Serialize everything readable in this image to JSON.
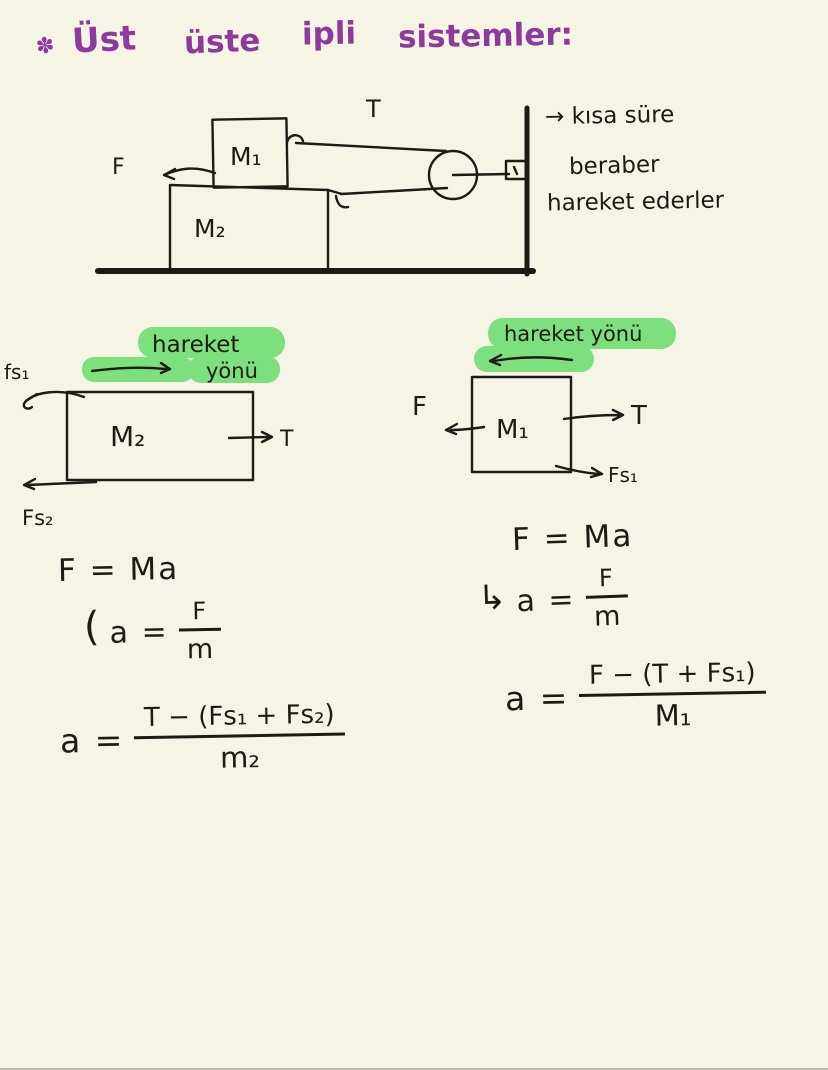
{
  "colors": {
    "background": "#f5f4e5",
    "ink": "#1d1b16",
    "title_purple": "#8d3a9c",
    "highlight_green": "#7ce07c"
  },
  "title": {
    "bullet": "✽",
    "words": [
      "Üst",
      "üste",
      "ipli",
      "sistemler:"
    ]
  },
  "diagram": {
    "force_label": "F",
    "tension_label": "T",
    "top_block_label": "M₁",
    "bottom_block_label": "M₂"
  },
  "note": {
    "lines": [
      "→ kısa süre",
      "beraber",
      "hareket ederler"
    ]
  },
  "fbd_bottom": {
    "highlight_word_1": "hareket",
    "highlight_word_2": "yönü",
    "block_label": "M₂",
    "tension_label": "T",
    "friction_top_label": "fs₁",
    "friction_bottom_label": "Fs₂"
  },
  "fbd_top": {
    "highlight_text": "hareket yönü",
    "block_label": "M₁",
    "force_label": "F",
    "tension_label": "T",
    "friction_label": "Fs₁"
  },
  "equations_bottom": {
    "newton": "F = Ma",
    "lead_symbol": "(",
    "accel_lhs": "a =",
    "accel_numerator": "F",
    "accel_denominator": "m",
    "result_lhs": "a =",
    "result_numerator": "T − (Fs₁ + Fs₂)",
    "result_denominator": "m₂"
  },
  "equations_top": {
    "newton": "F = Ma",
    "lead_symbol": "↳",
    "accel_lhs": "a =",
    "accel_numerator": "F",
    "accel_denominator": "m",
    "result_lhs": "a =",
    "result_numerator": "F − (T + Fs₁)",
    "result_denominator": "M₁"
  }
}
